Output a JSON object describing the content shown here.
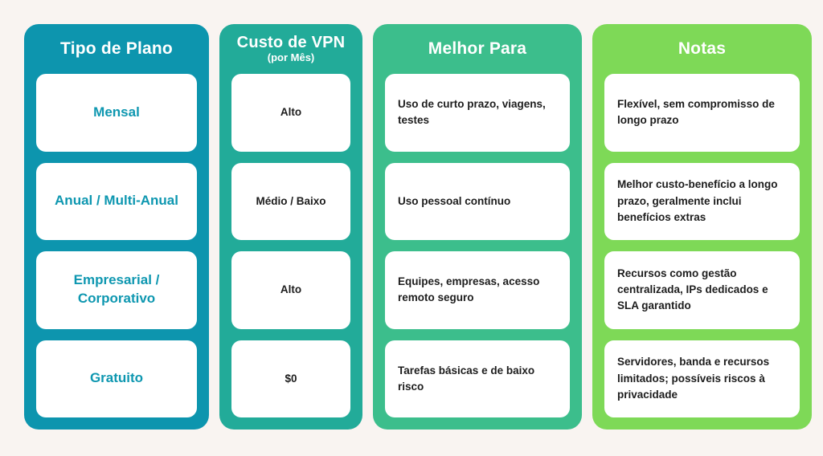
{
  "page": {
    "background": "#f9f4f1",
    "card_background": "#ffffff",
    "body_text_color": "#1d1d1d",
    "header_text_color": "#ffffff"
  },
  "columns": [
    {
      "id": "tipo-de-plano",
      "header": "Tipo de Plano",
      "color": "#0d95ae",
      "cell_text_color": "#0e97b0",
      "cells": [
        "Mensal",
        "Anual / Multi-Anual",
        "Empresarial / Corporativo",
        "Gratuito"
      ]
    },
    {
      "id": "custo-de-vpn",
      "header": "Custo de VPN",
      "subheader": "(por Mês)",
      "color": "#22ab99",
      "cells": [
        "Alto",
        "Médio / Baixo",
        "Alto",
        "$0"
      ]
    },
    {
      "id": "melhor-para",
      "header": "Melhor Para",
      "color": "#3cbe8c",
      "cells": [
        "Uso de curto prazo, viagens, testes",
        "Uso pessoal contínuo",
        "Equipes, empresas, acesso remoto seguro",
        "Tarefas básicas e de baixo risco"
      ]
    },
    {
      "id": "notas",
      "header": "Notas",
      "color": "#7ed957",
      "cells": [
        "Flexível, sem compromisso de longo prazo",
        "Melhor custo-benefício a longo prazo, geralmente inclui benefícios extras",
        "Recursos como gestão centralizada, IPs dedicados e SLA garantido",
        "Servidores, banda e recursos limitados; possíveis riscos à privacidade"
      ]
    }
  ],
  "chart_data": {
    "type": "table",
    "title": "",
    "columns": [
      "Tipo de Plano",
      "Custo de VPN (por Mês)",
      "Melhor Para",
      "Notas"
    ],
    "rows": [
      [
        "Mensal",
        "Alto",
        "Uso de curto prazo, viagens, testes",
        "Flexível, sem compromisso de longo prazo"
      ],
      [
        "Anual / Multi-Anual",
        "Médio / Baixo",
        "Uso pessoal contínuo",
        "Melhor custo-benefício a longo prazo, geralmente inclui benefícios extras"
      ],
      [
        "Empresarial / Corporativo",
        "Alto",
        "Equipes, empresas, acesso remoto seguro",
        "Recursos como gestão centralizada, IPs dedicados e SLA garantido"
      ],
      [
        "Gratuito",
        "$0",
        "Tarefas básicas e de baixo risco",
        "Servidores, banda e recursos limitados; possíveis riscos à privacidade"
      ]
    ]
  }
}
